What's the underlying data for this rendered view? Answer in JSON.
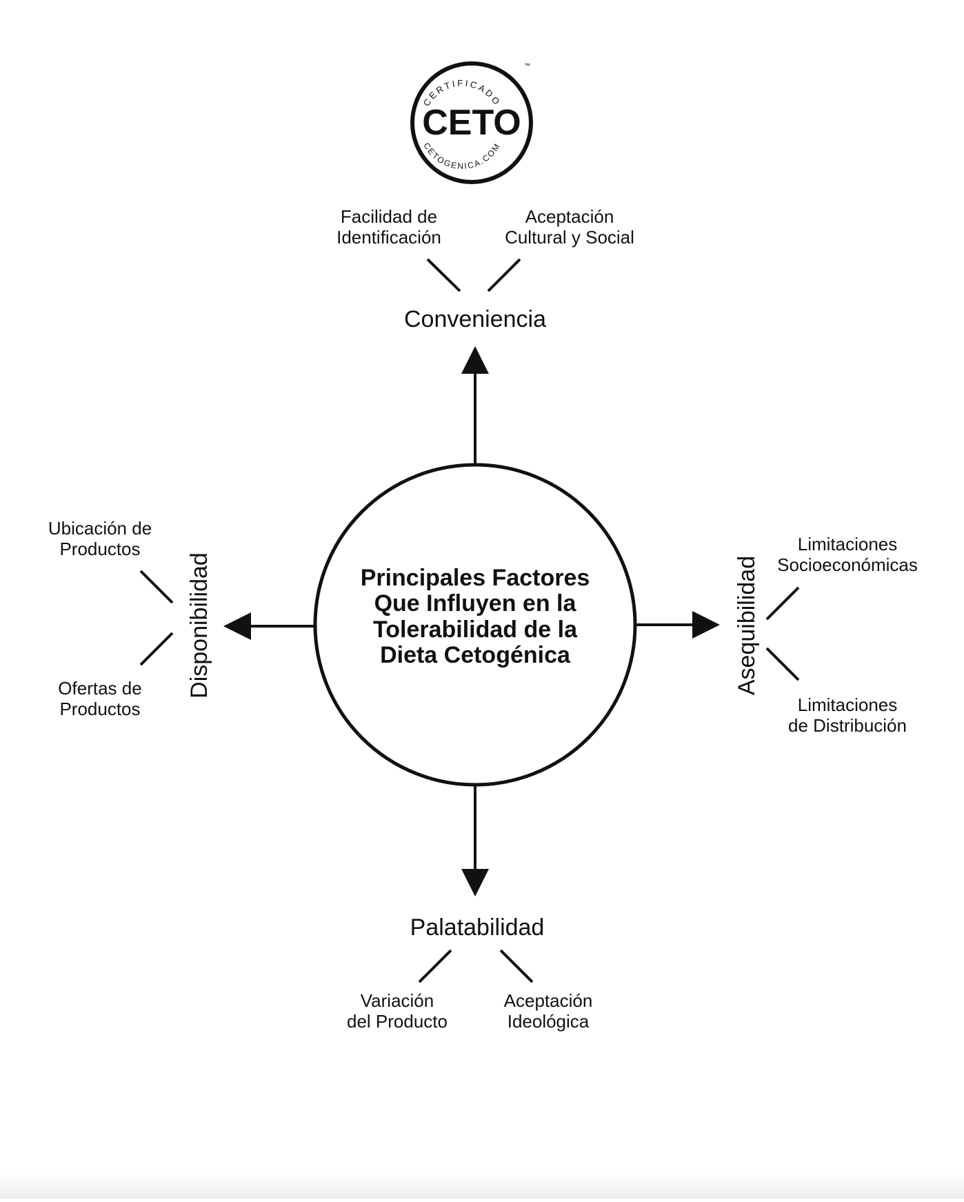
{
  "logo": {
    "top_text": "CERTIFICADO",
    "main_text": "CETO",
    "bottom_text": "CETOGENICA.COM",
    "tm": "™"
  },
  "center": {
    "lines": [
      "Principales Factores",
      "Que Influyen en la",
      "Tolerabilidad de la",
      "Dieta Cetogénica"
    ]
  },
  "categories": {
    "top": {
      "label": "Conveniencia",
      "factors": [
        {
          "lines": [
            "Facilidad de",
            "Identificación"
          ]
        },
        {
          "lines": [
            "Aceptación",
            "Cultural y Social"
          ]
        }
      ]
    },
    "bottom": {
      "label": "Palatabilidad",
      "factors": [
        {
          "lines": [
            "Variación",
            "del Producto"
          ]
        },
        {
          "lines": [
            "Aceptación",
            "Ideológica"
          ]
        }
      ]
    },
    "left": {
      "label": "Disponibilidad",
      "factors": [
        {
          "lines": [
            "Ubicación de",
            "Productos"
          ]
        },
        {
          "lines": [
            "Ofertas de",
            "Productos"
          ]
        }
      ]
    },
    "right": {
      "label": "Asequibilidad",
      "factors": [
        {
          "lines": [
            "Limitaciones",
            "Socioeconómicas"
          ]
        },
        {
          "lines": [
            "Limitaciones",
            "de Distribución"
          ]
        }
      ]
    }
  },
  "colors": {
    "ink": "#111111",
    "background": "#ffffff"
  }
}
